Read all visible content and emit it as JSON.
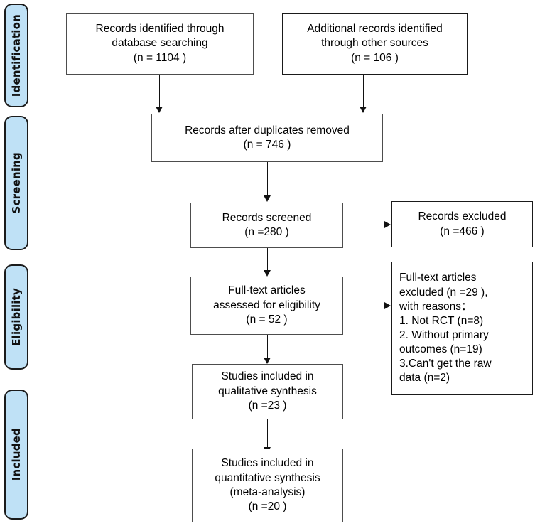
{
  "diagram": {
    "type": "prisma-flow-diagram",
    "colors": {
      "pill_fill": "#bfe1f6",
      "pill_border": "#1b1b1b",
      "box_border": "#4d4d4d",
      "connector": "#111111",
      "background": "#ffffff",
      "text": "#000000"
    },
    "stages": [
      {
        "id": "identification",
        "label": "Identification"
      },
      {
        "id": "screening",
        "label": "Screening"
      },
      {
        "id": "eligibility",
        "label": "Eligibility"
      },
      {
        "id": "included",
        "label": "Included"
      }
    ],
    "boxes": [
      {
        "id": "records-identified-database",
        "text": "Records identified through\ndatabase searching\n(n = 1104  )",
        "n": 1104
      },
      {
        "id": "additional-records-other-sources",
        "text": "Additional records identified\nthrough other sources\n(n =  106 )",
        "n": 106
      },
      {
        "id": "records-after-duplicates-removed",
        "text": "Records after duplicates removed\n(n = 746  )",
        "n": 746
      },
      {
        "id": "records-screened",
        "text": "Records screened\n(n =280   )",
        "n": 280
      },
      {
        "id": "records-excluded",
        "text": "Records excluded\n(n =466   )",
        "n": 466
      },
      {
        "id": "full-text-articles-assessed",
        "text": "Full-text articles\nassessed for eligibility\n(n = 52  )",
        "n": 52
      },
      {
        "id": "full-text-articles-excluded",
        "text": "Full-text articles\nexcluded (n =29 ),\nwith reasons：\n1. Not RCT (n=8)\n2. Without primary\noutcomes (n=19)\n3.Can't get the raw\ndata (n=2)",
        "n": 29,
        "reasons": [
          {
            "rank": 1,
            "label": "Not RCT",
            "n": 8
          },
          {
            "rank": 2,
            "label": "Without primary outcomes",
            "n": 19
          },
          {
            "rank": 3,
            "label": "Can't get the raw data",
            "n": 2
          }
        ]
      },
      {
        "id": "studies-included-qualitative",
        "text": "Studies included in\nqualitative synthesis\n(n =23   )",
        "n": 23
      },
      {
        "id": "studies-included-quantitative",
        "text": "Studies included in\nquantitative synthesis\n(meta-analysis)\n(n =20   )",
        "n": 20
      }
    ]
  }
}
